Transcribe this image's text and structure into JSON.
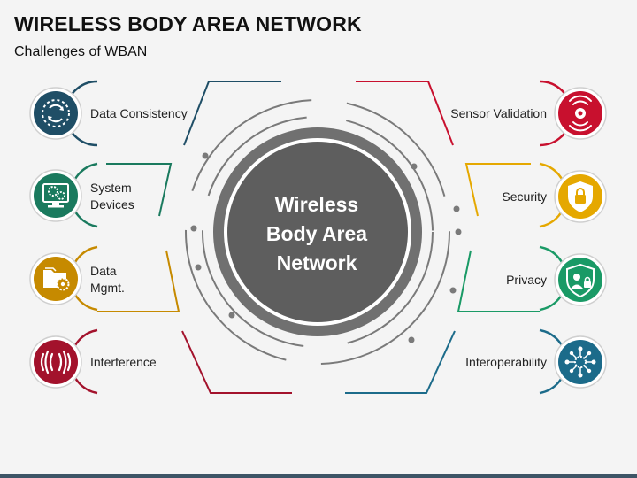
{
  "header": {
    "title": "WIRELESS BODY AREA NETWORK",
    "subtitle": "Challenges of WBAN"
  },
  "center": {
    "lines": [
      "Wireless",
      "Body Area",
      "Network"
    ]
  },
  "left_items": [
    {
      "label_lines": [
        "Data Consistency"
      ],
      "icon": "data-sync-icon",
      "color": "#1f4e66"
    },
    {
      "label_lines": [
        "System",
        "Devices"
      ],
      "icon": "computer-gear-icon",
      "color": "#1a7a5e"
    },
    {
      "label_lines": [
        "Data",
        "Mgmt."
      ],
      "icon": "folder-gear-icon",
      "color": "#c68a00"
    },
    {
      "label_lines": [
        "Interference"
      ],
      "icon": "signal-waves-icon",
      "color": "#a3122c"
    }
  ],
  "right_items": [
    {
      "label_lines": [
        "Sensor Validation"
      ],
      "icon": "sensor-broadcast-icon",
      "color": "#c8102e"
    },
    {
      "label_lines": [
        "Security"
      ],
      "icon": "shield-lock-icon",
      "color": "#e5a800"
    },
    {
      "label_lines": [
        "Privacy"
      ],
      "icon": "shield-user-lock-icon",
      "color": "#1a9a66"
    },
    {
      "label_lines": [
        "Interoperability"
      ],
      "icon": "network-hub-icon",
      "color": "#1c6b8a"
    }
  ]
}
